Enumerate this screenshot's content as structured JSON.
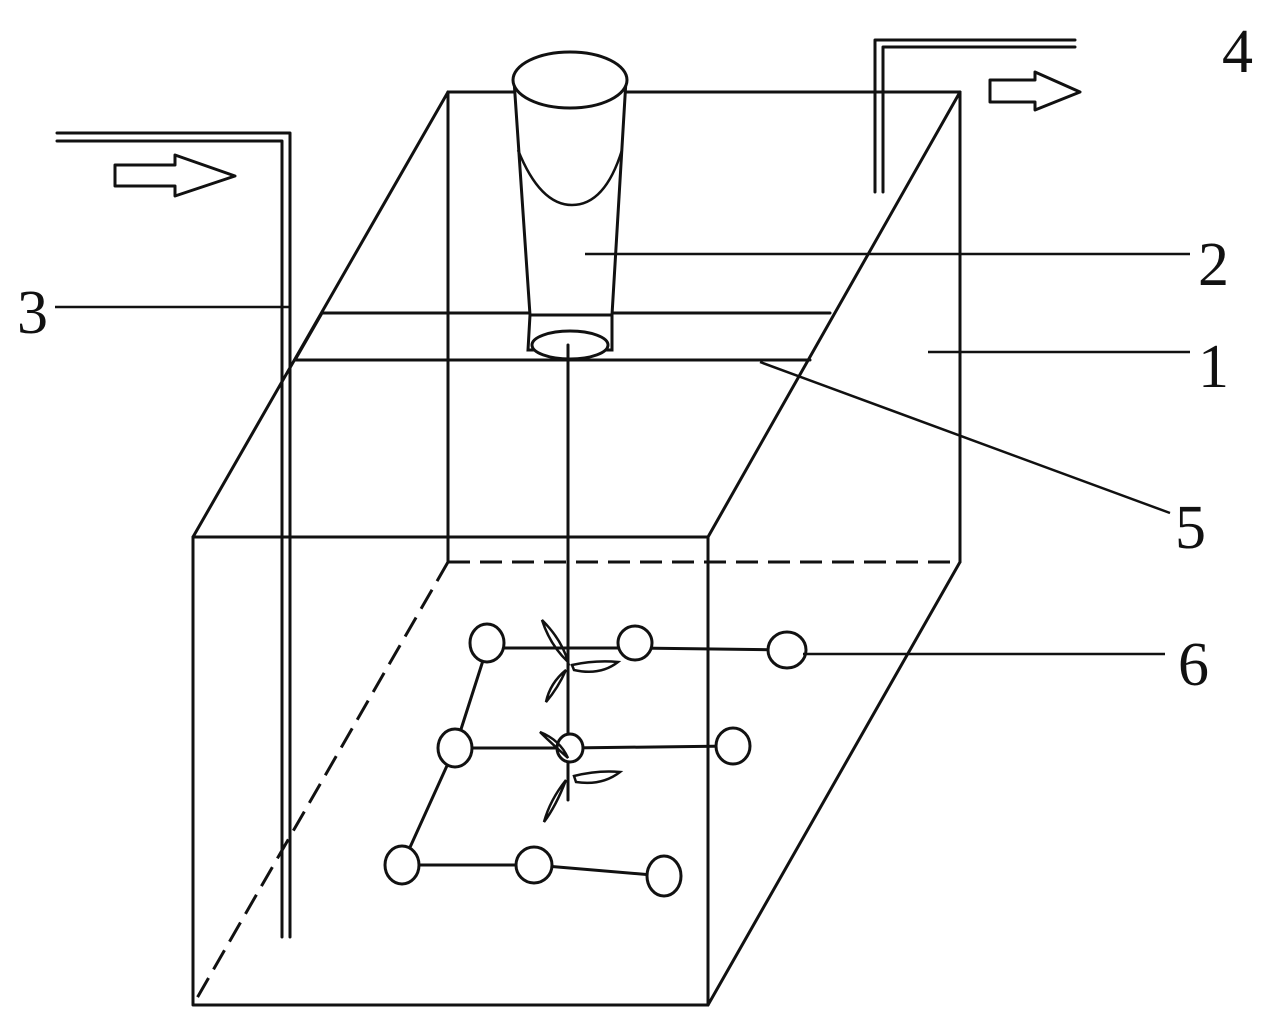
{
  "labels": {
    "tank": "1",
    "motor": "2",
    "inlet_pipe": "3",
    "outlet_pipe": "4",
    "water_surface": "5",
    "impeller_frame": "6"
  },
  "colors": {
    "line": "#111111",
    "background": "#ffffff"
  },
  "icons": {
    "inlet_flow": "arrow-right-icon",
    "outlet_flow": "arrow-right-icon"
  }
}
